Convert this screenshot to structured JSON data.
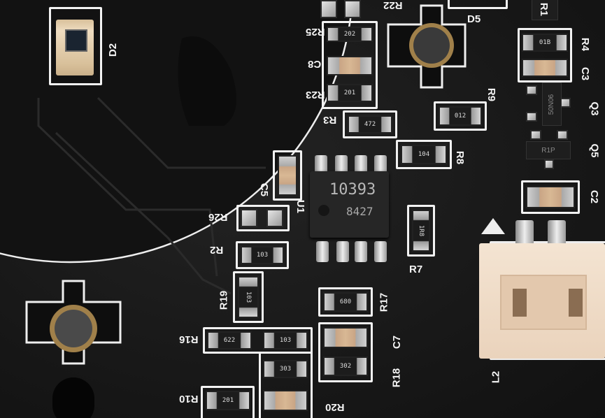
{
  "board": {
    "ic": {
      "designator": "U1",
      "line1": "10393",
      "line2": "8427"
    },
    "labels": {
      "d2": "D2",
      "d5": "D5",
      "r25": "R25",
      "c8": "C8",
      "r23": "R23",
      "r22": "R22",
      "r1": "R1",
      "r4": "R4",
      "c3": "C3",
      "q3": "Q3",
      "q5": "Q5",
      "c2": "C2",
      "r9": "R9",
      "r8": "R8",
      "r3": "R3",
      "c5": "C5",
      "r26": "R26",
      "r2": "R2",
      "r19": "R19",
      "r16": "R16",
      "r10": "R10",
      "r17": "R17",
      "c7": "C7",
      "r18": "R18",
      "r20": "R20",
      "r7": "R7",
      "l2": "L2"
    },
    "markings": {
      "r25": "202",
      "r23": "201",
      "r3": "472",
      "r9": "012",
      "r8": "104",
      "r4": "01B",
      "q3": "50N06",
      "q5": "R1P",
      "r2": "103",
      "r19": "103",
      "r7": "1R8",
      "r17": "680",
      "r18": "302",
      "r16": "622",
      "r16b": "103",
      "r20a": "303",
      "r10": "201"
    },
    "colors": {
      "pcb": "#161616",
      "silkscreen": "#f2f2f2",
      "connector": "#f1dcc6",
      "copper_ring": "#a0804a"
    }
  }
}
